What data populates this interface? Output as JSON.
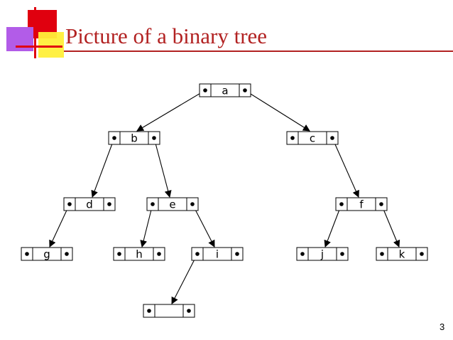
{
  "slide": {
    "title": "Picture of a binary tree",
    "page_number": "3",
    "colors": {
      "title": "#b22222",
      "accent_red": "#e0000f",
      "accent_yellow": "#ffef3a",
      "accent_violet": "#b25ce8",
      "rule": "#b22222"
    }
  },
  "tree": {
    "nodes": [
      {
        "id": "a",
        "label": "a",
        "left": true,
        "right": true
      },
      {
        "id": "b",
        "label": "b",
        "left": true,
        "right": true
      },
      {
        "id": "c",
        "label": "c",
        "left": false,
        "right": true
      },
      {
        "id": "d",
        "label": "d",
        "left": true,
        "right": false
      },
      {
        "id": "e",
        "label": "e",
        "left": true,
        "right": true
      },
      {
        "id": "f",
        "label": "f",
        "left": true,
        "right": true
      },
      {
        "id": "g",
        "label": "g",
        "left": false,
        "right": false
      },
      {
        "id": "h",
        "label": "h",
        "left": false,
        "right": false
      },
      {
        "id": "i",
        "label": "i",
        "left": true,
        "right": false
      },
      {
        "id": "j",
        "label": "j",
        "left": false,
        "right": false
      },
      {
        "id": "k",
        "label": "k",
        "left": false,
        "right": false
      },
      {
        "id": "n",
        "label": "",
        "left": false,
        "right": false
      }
    ],
    "edges": [
      {
        "from": "a",
        "side": "left",
        "to": "b"
      },
      {
        "from": "a",
        "side": "right",
        "to": "c"
      },
      {
        "from": "b",
        "side": "left",
        "to": "d"
      },
      {
        "from": "b",
        "side": "right",
        "to": "e"
      },
      {
        "from": "c",
        "side": "right",
        "to": "f"
      },
      {
        "from": "d",
        "side": "left",
        "to": "g"
      },
      {
        "from": "e",
        "side": "left",
        "to": "h"
      },
      {
        "from": "e",
        "side": "right",
        "to": "i"
      },
      {
        "from": "f",
        "side": "left",
        "to": "j"
      },
      {
        "from": "f",
        "side": "right",
        "to": "k"
      },
      {
        "from": "i",
        "side": "left",
        "to": "n"
      }
    ]
  }
}
